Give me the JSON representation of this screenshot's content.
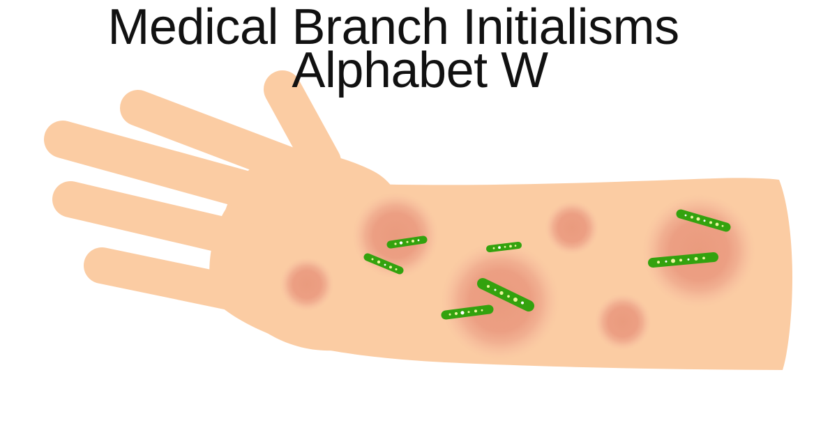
{
  "page": {
    "background_color": "#FFFFFF"
  },
  "title": {
    "line1": "Medical Branch Initialisms",
    "line2": "Alphabet W",
    "text_color": "#111111"
  },
  "illustration": {
    "name": "arm-with-rash-and-bacteria",
    "description": "Cartoon open left hand and forearm covered with red rash spots and green rod-shaped bacteria",
    "colors": {
      "skin": "#FBCCA3",
      "rash": "#EA9B7E",
      "rash_mid": "#EC9F83",
      "bacteria": "#33A20E",
      "bacteria_dot": "#EDF69E",
      "bacteria_dot_alt": "#FFFFFF"
    },
    "rash_spot_count": 6,
    "bacteria_count": 7
  }
}
